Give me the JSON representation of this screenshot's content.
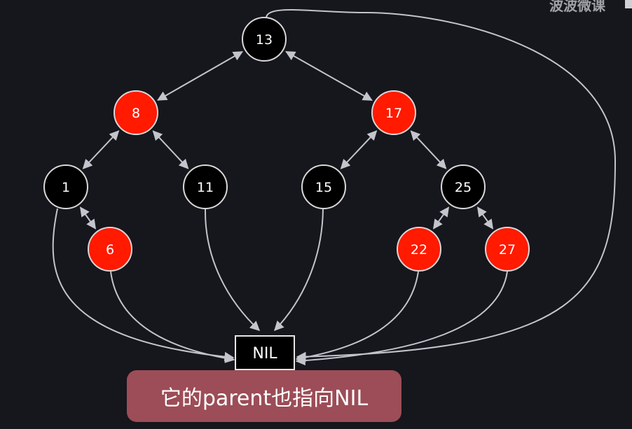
{
  "watermark": "波波微课",
  "caption": "它的parent也指向NIL",
  "colors": {
    "red": "#ff1a00",
    "black": "#000000",
    "edge": "#c4c4cc",
    "background": "#16161d"
  },
  "nil_label": "NIL",
  "tree": {
    "nodes": [
      {
        "key": "13",
        "color": "black"
      },
      {
        "key": "8",
        "color": "red"
      },
      {
        "key": "17",
        "color": "red"
      },
      {
        "key": "1",
        "color": "black"
      },
      {
        "key": "11",
        "color": "black"
      },
      {
        "key": "15",
        "color": "black"
      },
      {
        "key": "25",
        "color": "black"
      },
      {
        "key": "6",
        "color": "red"
      },
      {
        "key": "22",
        "color": "red"
      },
      {
        "key": "27",
        "color": "red"
      }
    ],
    "edges": [
      [
        "13",
        "8"
      ],
      [
        "13",
        "17"
      ],
      [
        "8",
        "1"
      ],
      [
        "8",
        "11"
      ],
      [
        "17",
        "15"
      ],
      [
        "17",
        "25"
      ],
      [
        "1",
        "6"
      ],
      [
        "25",
        "22"
      ],
      [
        "25",
        "27"
      ]
    ],
    "nil_links": [
      "1",
      "6",
      "11",
      "15",
      "22",
      "27",
      "13"
    ]
  }
}
